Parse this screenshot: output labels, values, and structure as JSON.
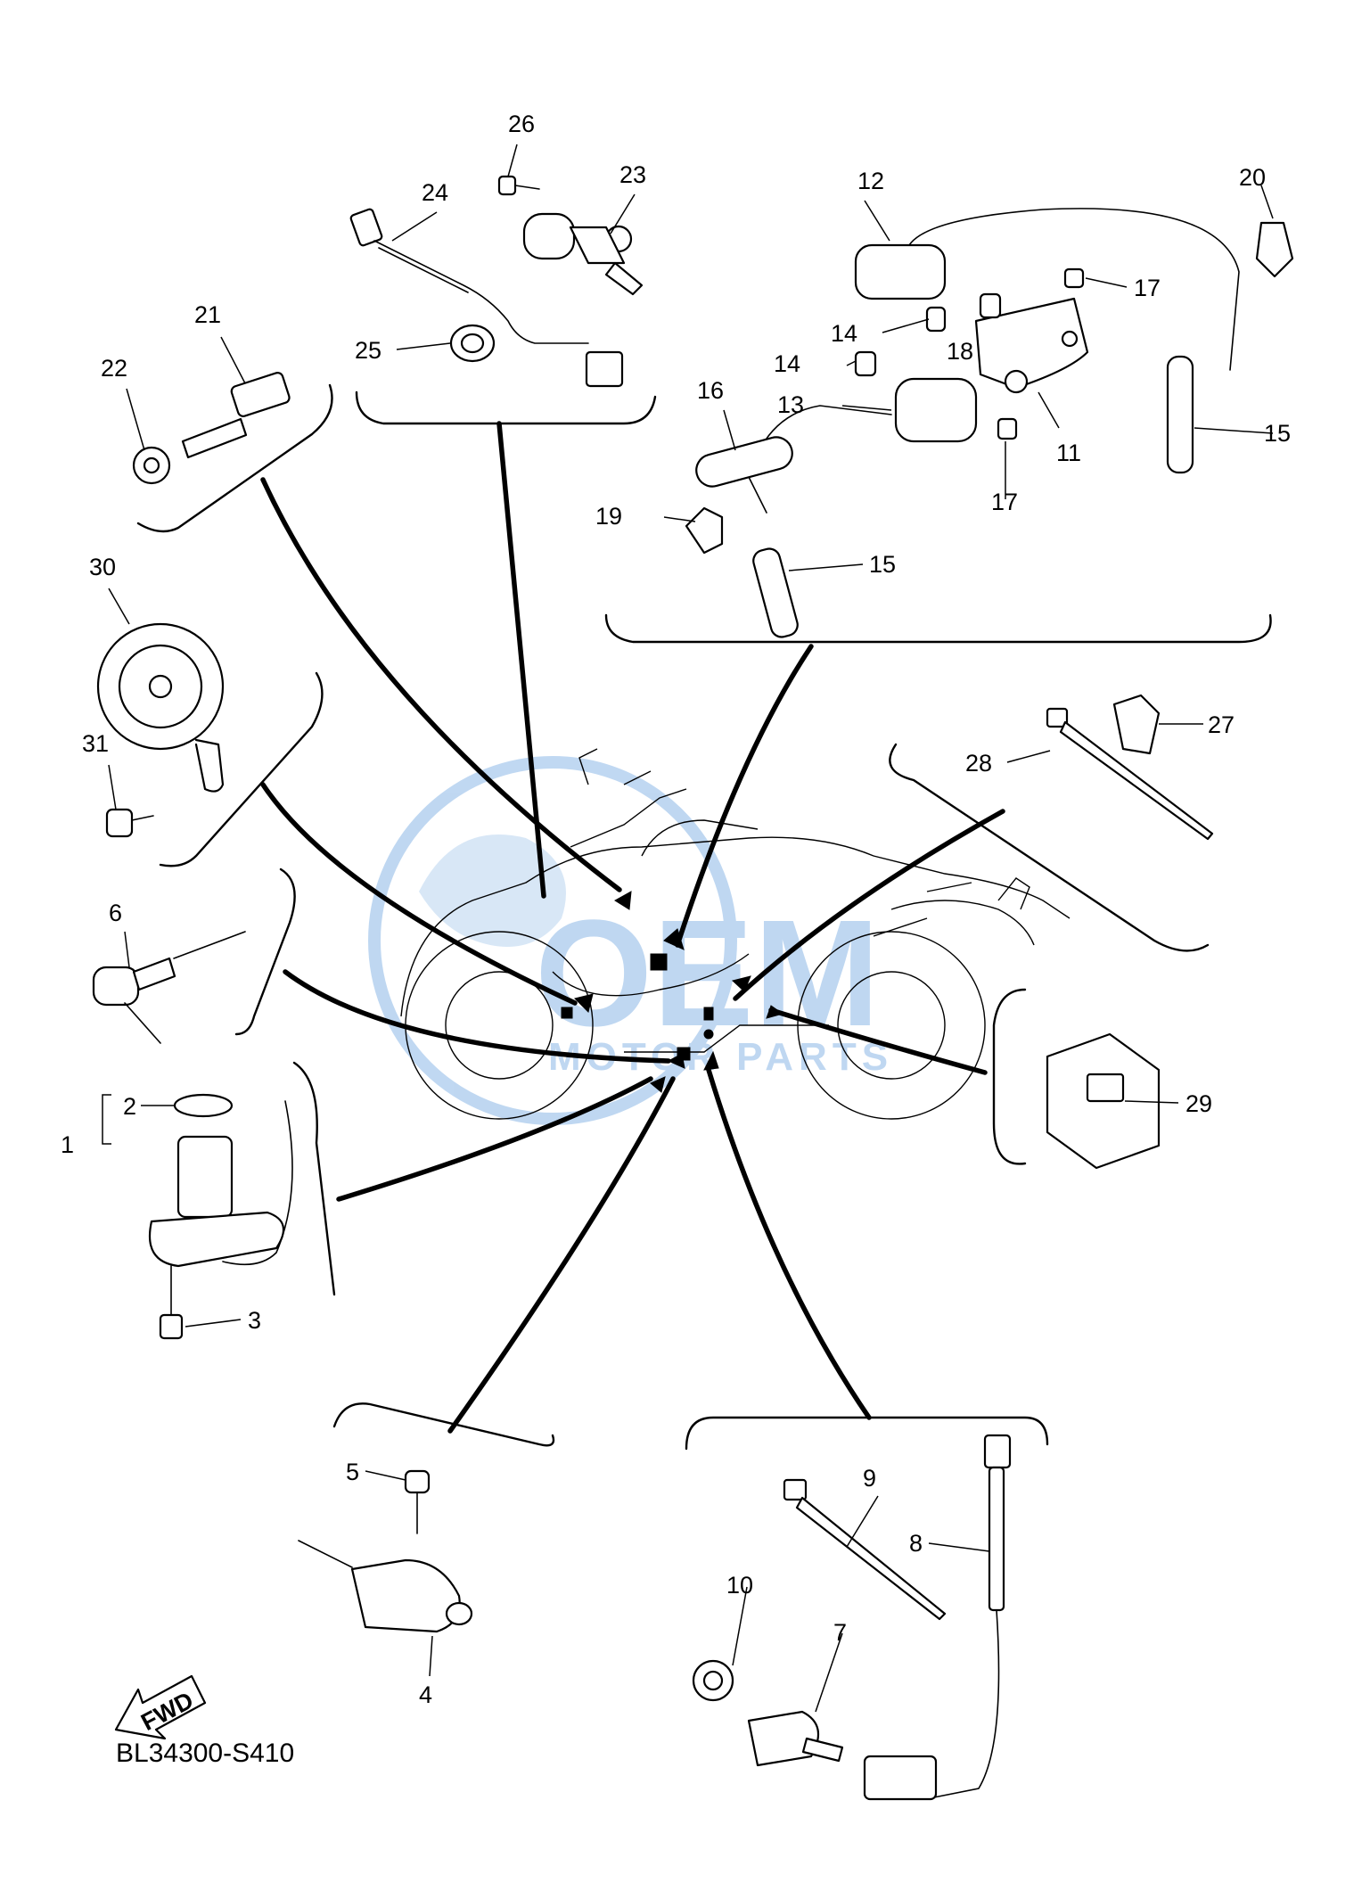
{
  "diagram": {
    "code": "BL34300-S410",
    "fwd_label": "FWD",
    "watermark": {
      "primary": "OEM",
      "secondary": "MOTOR PARTS",
      "color": "#4a90d9"
    },
    "callouts": [
      "1",
      "2",
      "3",
      "4",
      "5",
      "6",
      "7",
      "8",
      "9",
      "10",
      "11",
      "12",
      "13",
      "14",
      "14",
      "15",
      "15",
      "16",
      "17",
      "17",
      "18",
      "19",
      "20",
      "21",
      "22",
      "23",
      "24",
      "25",
      "26",
      "27",
      "28",
      "29",
      "30",
      "31"
    ]
  }
}
